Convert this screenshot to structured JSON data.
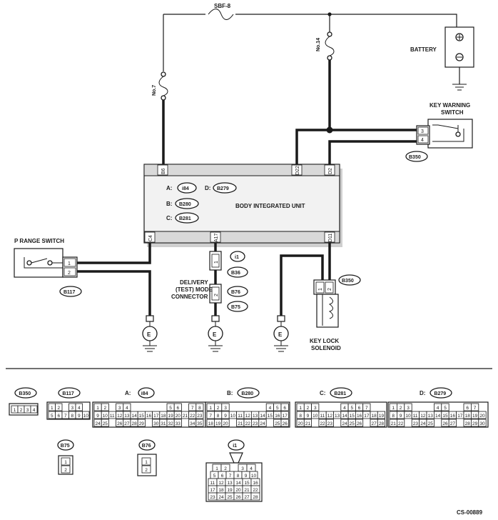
{
  "fuses": {
    "sbf": "SBF-8",
    "no14": "No.14",
    "no7": "No.7"
  },
  "battery": "BATTERY",
  "key_warning_switch": {
    "line1": "KEY WARNING",
    "line2": "SWITCH",
    "pin_a": "3",
    "pin_b": "4"
  },
  "unit": {
    "name": "BODY INTEGRATED UNIT",
    "top_pins": [
      "B6",
      "D22",
      "D2"
    ],
    "bottom_pins": [
      "C4",
      "A17",
      "D11"
    ],
    "legend": [
      {
        "prefix": "A:",
        "code": "i84"
      },
      {
        "prefix": "D:",
        "code": "B279"
      },
      {
        "prefix": "B:",
        "code": "B280"
      },
      {
        "prefix": "C:",
        "code": "B281"
      }
    ]
  },
  "p_range_switch": {
    "label": "P RANGE SWITCH",
    "pin1": "1",
    "pin2": "2",
    "connector": "B117"
  },
  "delivery_connector": {
    "line1": "DELIVERY",
    "line2": "(TEST) MODE",
    "line3": "CONNECTOR",
    "pin1": "1",
    "pin2": "2",
    "connectors": [
      "i1",
      "B36",
      "B76",
      "B75"
    ]
  },
  "key_lock_solenoid": {
    "line1": "KEY LOCK",
    "line2": "SOLENOID",
    "connector": "B350",
    "pin1": "1",
    "pin2": "2"
  },
  "connector_b350_top": "B350",
  "ground_label": "E",
  "connector_views": {
    "b350": {
      "title": "B350",
      "cells": [
        "1",
        "2",
        "3",
        "4"
      ]
    },
    "b117": {
      "title": "B117",
      "row1": [
        "1",
        "2",
        "",
        "3",
        "4"
      ],
      "row2": [
        "5",
        "6",
        "7",
        "8",
        "9",
        "10"
      ]
    },
    "i84": {
      "prefix": "A:",
      "title": "i84",
      "row1": [
        "1",
        "2",
        "",
        "3",
        "4",
        "",
        "",
        "",
        "",
        "",
        "5",
        "6",
        "",
        "7",
        "8"
      ],
      "row2": [
        "9",
        "10",
        "11",
        "12",
        "13",
        "14",
        "15",
        "16",
        "17",
        "18",
        "19",
        "20",
        "21",
        "22",
        "23"
      ],
      "row3": [
        "24",
        "25",
        "",
        "26",
        "27",
        "28",
        "29",
        "",
        "30",
        "31",
        "32",
        "33",
        "",
        "34",
        "35"
      ]
    },
    "b280": {
      "prefix": "B:",
      "title": "B280",
      "row1": [
        "1",
        "2",
        "3",
        "",
        "",
        "",
        "",
        "",
        "4",
        "5",
        "6"
      ],
      "row2": [
        "7",
        "8",
        "9",
        "10",
        "11",
        "12",
        "13",
        "14",
        "15",
        "16",
        "17"
      ],
      "row3": [
        "18",
        "19",
        "20",
        "",
        "21",
        "22",
        "23",
        "24",
        "",
        "25",
        "26"
      ]
    },
    "b281": {
      "prefix": "C:",
      "title": "B281",
      "row1": [
        "1",
        "2",
        "3",
        "",
        "",
        "",
        "4",
        "5",
        "6",
        "7"
      ],
      "row2": [
        "8",
        "9",
        "10",
        "11",
        "12",
        "13",
        "14",
        "15",
        "16",
        "17",
        "18",
        "19"
      ],
      "row3": [
        "20",
        "21",
        "",
        "22",
        "23",
        "",
        "24",
        "25",
        "26",
        "",
        "27",
        "28"
      ]
    },
    "b279": {
      "prefix": "D:",
      "title": "B279",
      "row1": [
        "1",
        "2",
        "3",
        "",
        "",
        "",
        "4",
        "5",
        "",
        "",
        "6",
        "7"
      ],
      "row2": [
        "8",
        "9",
        "10",
        "11",
        "12",
        "13",
        "14",
        "15",
        "16",
        "17",
        "18",
        "19",
        "20"
      ],
      "row3": [
        "21",
        "22",
        "",
        "23",
        "24",
        "25",
        "",
        "26",
        "27",
        "",
        "28",
        "29",
        "30"
      ]
    },
    "b75": {
      "title": "B75",
      "cells": [
        "1",
        "2"
      ]
    },
    "b76": {
      "title": "B76",
      "cells": [
        "1",
        "2"
      ]
    },
    "i1": {
      "title": "i1",
      "row1": [
        "1",
        "2",
        "",
        "3",
        "4"
      ],
      "row2": [
        "5",
        "6",
        "7",
        "8",
        "9",
        "10"
      ],
      "row3": [
        "11",
        "12",
        "13",
        "14",
        "15",
        "16"
      ],
      "row4": [
        "17",
        "18",
        "19",
        "20",
        "21",
        "22"
      ],
      "row5": [
        "23",
        "24",
        "25",
        "26",
        "27",
        "28"
      ]
    }
  },
  "figure_code": "CS-00889"
}
